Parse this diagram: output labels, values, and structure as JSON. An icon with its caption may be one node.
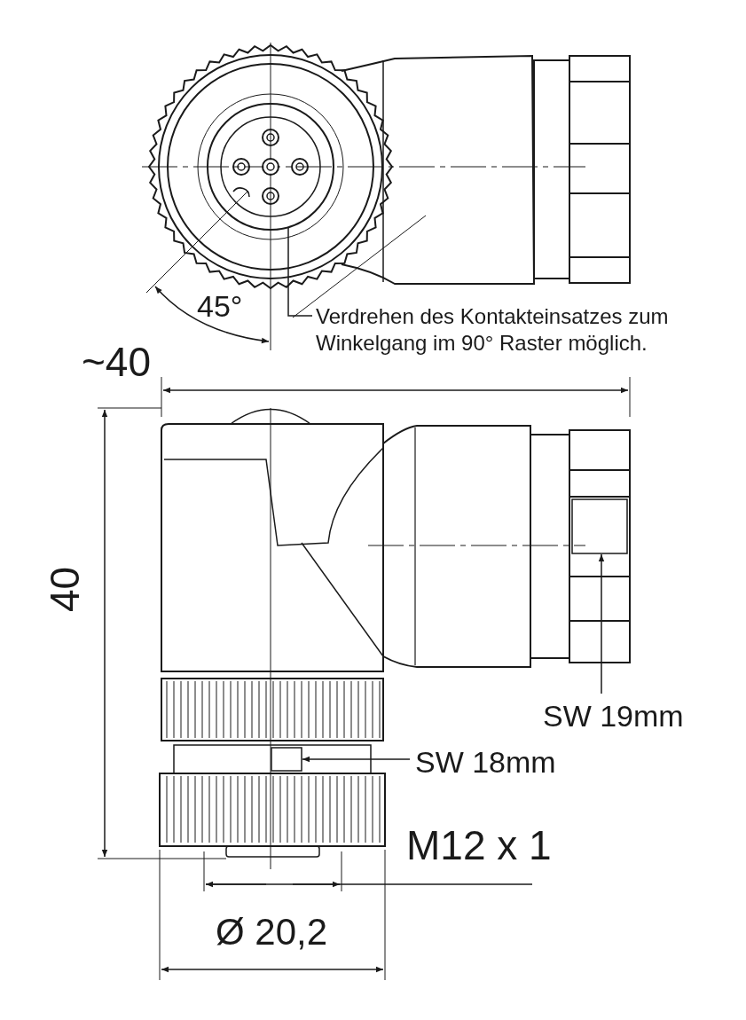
{
  "diagram": {
    "nodes": [
      {
        "text": [],
        "shape": "picture"
      },
      {
        "text": [
          "Verdrehen des Kontakteinsatzes zum Winkelgang im 90° Raster möglich."
        ]
      },
      {
        "text": [],
        "shape": "box"
      },
      {
        "text": [
          "SW 19mm"
        ]
      },
      {
        "text": [],
        "shape": "box"
      },
      {
        "text": [
          "SW 18mm"
        ]
      }
    ],
    "edges": [
      {
        "from": 1,
        "to": 0,
        "arrow": "none"
      },
      {
        "from": 3,
        "to": 2,
        "arrow": "to"
      },
      {
        "from": 5,
        "to": 4,
        "arrow": "to"
      }
    ],
    "labels": [
      "45°",
      "~40",
      "40",
      "M12 x 1",
      "Ø 20,2"
    ]
  }
}
